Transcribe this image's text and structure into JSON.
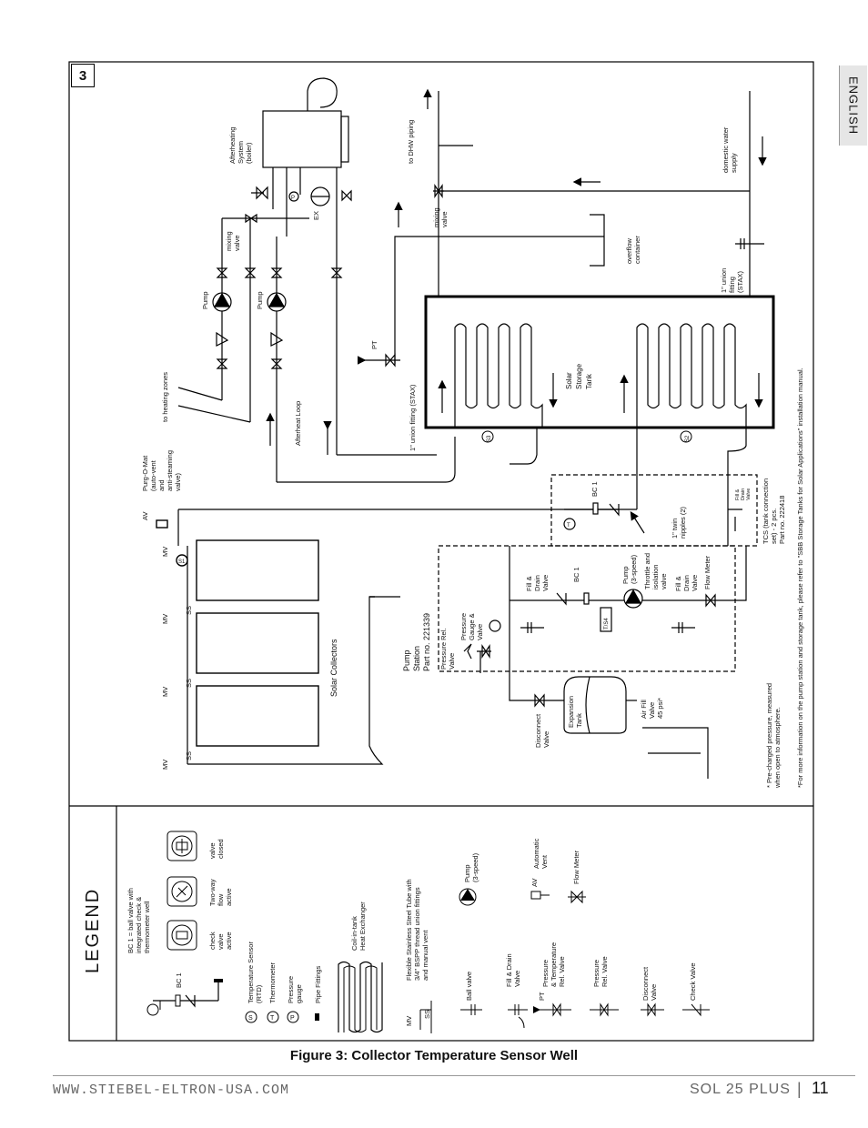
{
  "figure": {
    "number": "3",
    "caption": "Figure 3:  Collector Temperature Sensor Well",
    "side_tab": "ENGLISH"
  },
  "footer": {
    "url": "WWW.STIEBEL-ELTRON-USA.COM",
    "model": "SOL 25 PLUS",
    "separator": "|",
    "page": "11"
  },
  "legend": {
    "title": "LEGEND",
    "bc1_desc": [
      "BC 1 = ball valve with",
      "integrated check &",
      "thermometer well"
    ],
    "bc1": "BC 1",
    "temp_sensor": [
      "Temperature Sensor",
      "(RTD)"
    ],
    "thermometer": "Thermometer",
    "pressure_gauge": [
      "Pressure",
      "gauge"
    ],
    "pipe_fittings": "Pipe Fittings",
    "coil": [
      "Coil-in-tank",
      "Heat Exchanger"
    ],
    "flex_tube": [
      "Flexible Stainless Steel Tube with",
      "3/4\" BSPP thread union fittings",
      "and manual vent"
    ],
    "mv": "MV",
    "ss": "SS",
    "ball_valve": "Ball valve",
    "fill_drain": [
      "Fill & Drain",
      "Valve"
    ],
    "pt": "PT",
    "pt_valve": [
      "Pressure",
      "& Temperature",
      "Rel. Valve"
    ],
    "pressure_rel": [
      "Pressure",
      "Rel. Valve"
    ],
    "disconnect": [
      "Disconnect",
      "Valve"
    ],
    "check_valve": "Check Valve",
    "check_active": [
      "check",
      "valve",
      "active"
    ],
    "two_way": [
      "Two-way",
      "flow",
      "active"
    ],
    "valve_closed": [
      "valve",
      "closed"
    ],
    "pump": [
      "Pump",
      "(3-speed)"
    ],
    "av": "AV",
    "auto_vent": [
      "Automatic",
      "Vent"
    ],
    "flow_meter": "Flow Meter",
    "t": "T",
    "s": "S",
    "p": "P"
  },
  "diagram": {
    "afterheating": [
      "Afterheating",
      "System",
      "(boiler)"
    ],
    "ex": "EX",
    "p": "P",
    "mixing_valve": [
      "mixing",
      "valve"
    ],
    "pump": "Pump",
    "to_heating_zones": "to heating zones",
    "afterheat_loop": "Afterheat Loop",
    "purge": [
      "Purg-O-Mat",
      "(auto-vent",
      "and",
      "anti-steaming",
      "valve)"
    ],
    "av": "AV",
    "mv": "MV",
    "s1": "S1",
    "ss": "SS",
    "solar_collectors": "Solar Collectors",
    "to_dhw": "to DHW piping",
    "dhw_mixing": [
      "mixing",
      "valve"
    ],
    "overflow": [
      "overflow",
      "container"
    ],
    "domestic_supply": [
      "domestic water",
      "supply"
    ],
    "union_stax": [
      "1\" union",
      "fitting",
      "(STAX)"
    ],
    "pt": "PT",
    "union_stax_long": "1\" union fitting (STAX)",
    "tank": [
      "Solar",
      "Storage",
      "Tank"
    ],
    "s3": "S3",
    "s2": "S2",
    "bc1": "BC 1",
    "t": "T",
    "twin_nipples": [
      "1\" twin",
      "nipples (2)"
    ],
    "fill_drain_small": [
      "Fill &",
      "Drain",
      "Valve"
    ],
    "tcs": [
      "TCS (tank connection",
      "set) - 2 pcs.",
      "Part no. 222418"
    ],
    "pump_station": [
      "Pump",
      "Station",
      "Part no. 221339"
    ],
    "pressure_rel": [
      "Pressure Rel.",
      "Valve"
    ],
    "pressure_gauge_valve": [
      "Pressure",
      "Gauge &",
      "Valve"
    ],
    "fill_drain": [
      "Fill &",
      "Drain",
      "Valve"
    ],
    "ts4": "T/S4",
    "pump_3speed": [
      "Pump",
      "(3-speed)"
    ],
    "throttle": [
      "Throttle and",
      "isolation",
      "valve"
    ],
    "fill_drain2": [
      "Fill &",
      "Drain",
      "Valve"
    ],
    "flow_meter": "Flow Meter",
    "expansion": [
      "Expansion",
      "Tank"
    ],
    "air_fill": [
      "Air Fill",
      "Valve",
      "45 psi*"
    ],
    "disconnect": [
      "Disconnect",
      "Valve"
    ],
    "precharged": [
      "* Pre-charged pressure, measured",
      "when open to atmosphere."
    ],
    "footnote": "*For more information on the pump station and storage tank, please refer to \"SBB Storage Tanks for Solar Applications\" installation manual."
  }
}
